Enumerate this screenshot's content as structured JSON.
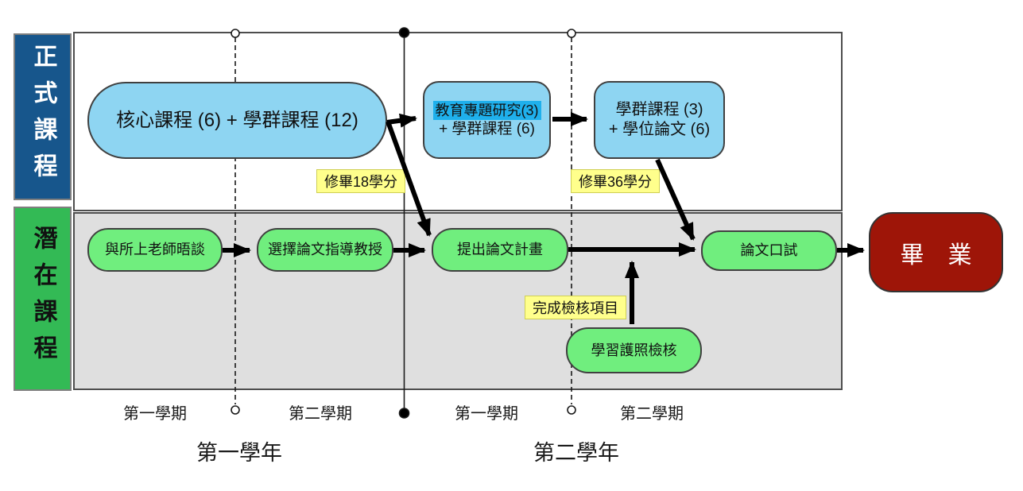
{
  "lanes": {
    "formal": {
      "label": "正式課程"
    },
    "latent": {
      "label": "潛在課程"
    }
  },
  "formal_track": {
    "core_courses": {
      "text": "核心課程 (6) + 學群課程 (12)"
    },
    "year2_sem1": {
      "line1": "教育專題研究(3)",
      "line2": "+ 學群課程 (6)"
    },
    "year2_sem2": {
      "line1": "學群課程 (3)",
      "line2": "+ 學位論文 (6)"
    }
  },
  "latent_track": {
    "step1": {
      "text": "與所上老師晤談"
    },
    "step2": {
      "text": "選擇論文指導教授"
    },
    "step3": {
      "text": "提出論文計畫"
    },
    "step4": {
      "text": "論文口試"
    },
    "passport_check": {
      "text": "學習護照檢核"
    }
  },
  "notes": {
    "credits_18": "修畢18學分",
    "credits_36": "修畢36學分",
    "checklist_done": "完成檢核項目"
  },
  "graduation": {
    "text": "畢　業"
  },
  "timeline": {
    "year1": {
      "label": "第一學年",
      "sem1": "第一學期",
      "sem2": "第二學期"
    },
    "year2": {
      "label": "第二學年",
      "sem1": "第一學期",
      "sem2": "第二學期"
    }
  },
  "colors": {
    "formal-lane": "#17568C",
    "latent-lane": "#33BA55",
    "course-box": "#8ED5F2",
    "course-highlight": "#1FB0EC",
    "step-box": "#70EE7E",
    "note-yellow": "#FFFF8C",
    "graduation-red": "#9E1508",
    "latent-bg": "#DFDFDF",
    "border-dark": "#4D4D4D"
  }
}
